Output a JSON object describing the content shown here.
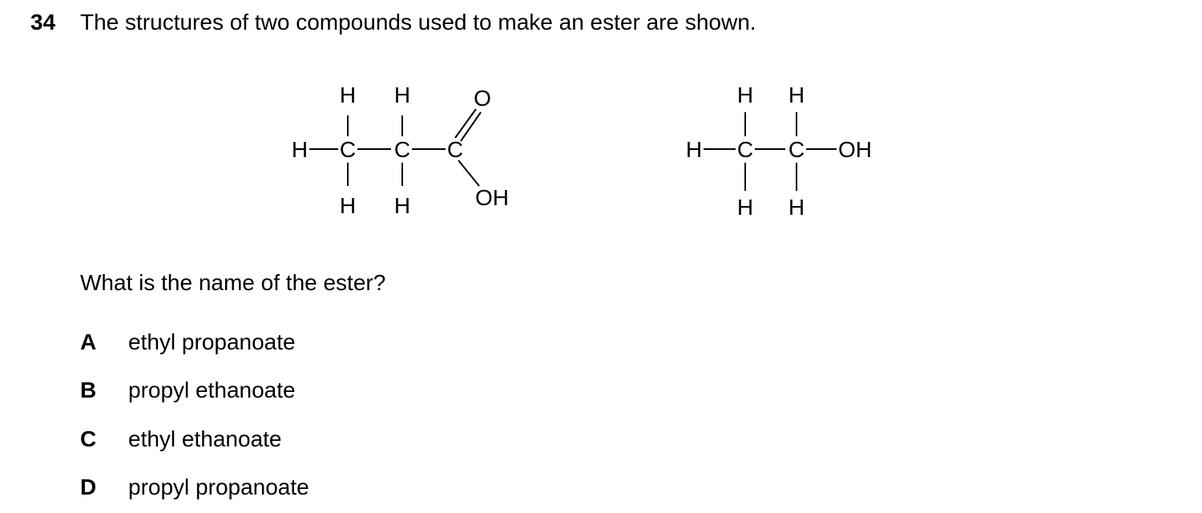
{
  "question": {
    "number": "34",
    "text": "The structures of two compounds used to make an ester are shown.",
    "prompt": "What is the name of the ester?"
  },
  "structures": {
    "acid": {
      "atoms": {
        "h_left": "H",
        "c1": "C",
        "c2": "C",
        "c3": "C",
        "h_top_1": "H",
        "h_top_2": "H",
        "h_bottom_1": "H",
        "h_bottom_2": "H",
        "o_double": "O",
        "oh": "OH"
      }
    },
    "alcohol": {
      "atoms": {
        "h_left": "H",
        "c1": "C",
        "c2": "C",
        "oh": "OH",
        "h_top_1": "H",
        "h_top_2": "H",
        "h_bottom_1": "H",
        "h_bottom_2": "H"
      }
    }
  },
  "options": [
    {
      "letter": "A",
      "text": "ethyl propanoate"
    },
    {
      "letter": "B",
      "text": "propyl ethanoate"
    },
    {
      "letter": "C",
      "text": "ethyl ethanoate"
    },
    {
      "letter": "D",
      "text": "propyl propanoate"
    }
  ]
}
